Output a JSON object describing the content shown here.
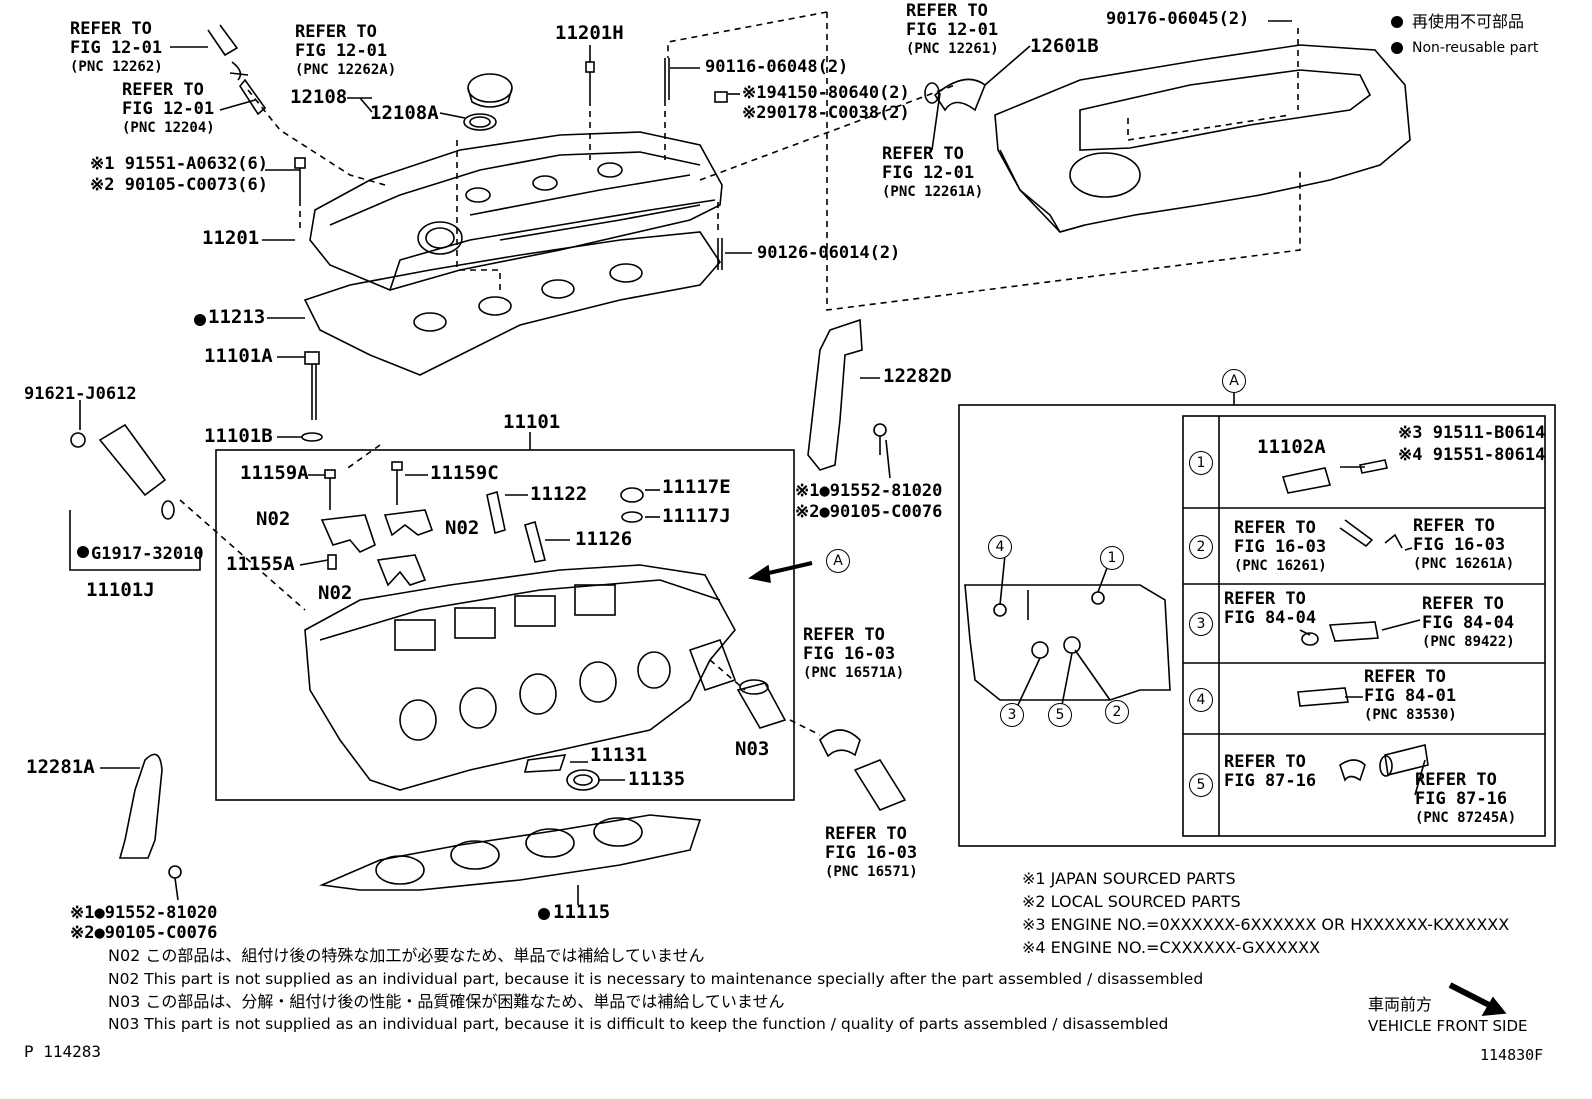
{
  "legend": {
    "jp": "再使用不可部品",
    "en": "Non-reusable part"
  },
  "refs": {
    "r1": [
      "REFER TO",
      "FIG 12-01",
      "(PNC 12262)"
    ],
    "r2": [
      "REFER TO",
      "FIG 12-01",
      "(PNC 12262A)"
    ],
    "r3": [
      "REFER TO",
      "FIG 12-01",
      "(PNC 12204)"
    ],
    "r4": [
      "REFER TO",
      "FIG 12-01",
      "(PNC 12261)"
    ],
    "r5": [
      "REFER TO",
      "FIG 12-01",
      "(PNC 12261A)"
    ],
    "r6": [
      "REFER TO",
      "FIG 16-03",
      "(PNC 16571A)"
    ],
    "r7": [
      "REFER TO",
      "FIG 16-03",
      "(PNC 16571)"
    ]
  },
  "parts": {
    "p11201H": "11201H",
    "p90116": "90116-06048(2)",
    "p194150": "※194150-80640(2)",
    "p290178": "※290178-C0038(2)",
    "p12601B": "12601B",
    "p90176": "90176-06045(2)",
    "p12108": "12108",
    "p12108A": "12108A",
    "p91551": "※1 91551-A0632(6)",
    "p90105a": "※2 90105-C0073(6)",
    "p11201": "11201",
    "p90126": "90126-06014(2)",
    "p11213": "11213",
    "p11101A": "11101A",
    "p11101B": "11101B",
    "p12282D": "12282D",
    "p91621": "91621-J0612",
    "p11101": "11101",
    "p11159A": "11159A",
    "p11159C": "11159C",
    "p11122": "11122",
    "p11117E": "11117E",
    "p11117J": "11117J",
    "pN02a": "N02",
    "pN02b": "N02",
    "pN02c": "N02",
    "p11126": "11126",
    "p11155A": "11155A",
    "pG1917": "G1917-32010",
    "p11101J": "11101J",
    "pA": "A",
    "p91552a": "※1●91552-81020",
    "p90105b": "※2●90105-C0076",
    "p11131": "11131",
    "pN03": "N03",
    "p11135": "11135",
    "p12281A": "12281A",
    "p11115": "11115",
    "p91552b": "※1●91552-81020",
    "p90105c": "※2●90105-C0076"
  },
  "detail": {
    "header": "A",
    "row1": {
      "num": "1",
      "part": "11102A",
      "a": "※3 91511-B0614",
      "b": "※4 91551-80614"
    },
    "row2": {
      "num": "2",
      "l1": "REFER TO",
      "l2": "FIG 16-03",
      "l3": "(PNC 16261)",
      "r1": "REFER TO",
      "r2": "FIG 16-03",
      "r3": "(PNC 16261A)"
    },
    "row3": {
      "num": "3",
      "l1": "REFER TO",
      "l2": "FIG 84-04",
      "r1": "REFER TO",
      "r2": "FIG 84-04",
      "r3": "(PNC 89422)"
    },
    "row4": {
      "num": "4",
      "r1": "REFER TO",
      "r2": "FIG 84-01",
      "r3": "(PNC 83530)"
    },
    "row5": {
      "num": "5",
      "l1": "REFER TO",
      "l2": "FIG 87-16",
      "r1": "REFER TO",
      "r2": "FIG 87-16",
      "r3": "(PNC 87245A)"
    },
    "marks": [
      "4",
      "1",
      "3",
      "5",
      "2"
    ]
  },
  "notes": {
    "n1": "※1 JAPAN SOURCED PARTS",
    "n2": "※2 LOCAL SOURCED PARTS",
    "n3": "※3 ENGINE NO.=0XXXXXX-6XXXXXX OR HXXXXXX-KXXXXXX",
    "n4": "※4 ENGINE NO.=CXXXXXX-GXXXXXX"
  },
  "footnotes": {
    "f1": "N02  この部品は、組付け後の特殊な加工が必要なため、単品では補給していません",
    "f2": "N02 This part is not supplied as an individual part, because it is necessary to maintenance specially after the part assembled / disassembled",
    "f3": "N03  この部品は、分解・組付け後の性能・品質確保が困難なため、単品では補給していません",
    "f4": "N03 This part is not supplied as an individual part, because it is difficult to keep the function / quality of parts  assembled / disassembled"
  },
  "front": {
    "jp": "車両前方",
    "en": "VEHICLE FRONT SIDE"
  },
  "codes": {
    "left": "P 114283",
    "right": "114830F"
  }
}
